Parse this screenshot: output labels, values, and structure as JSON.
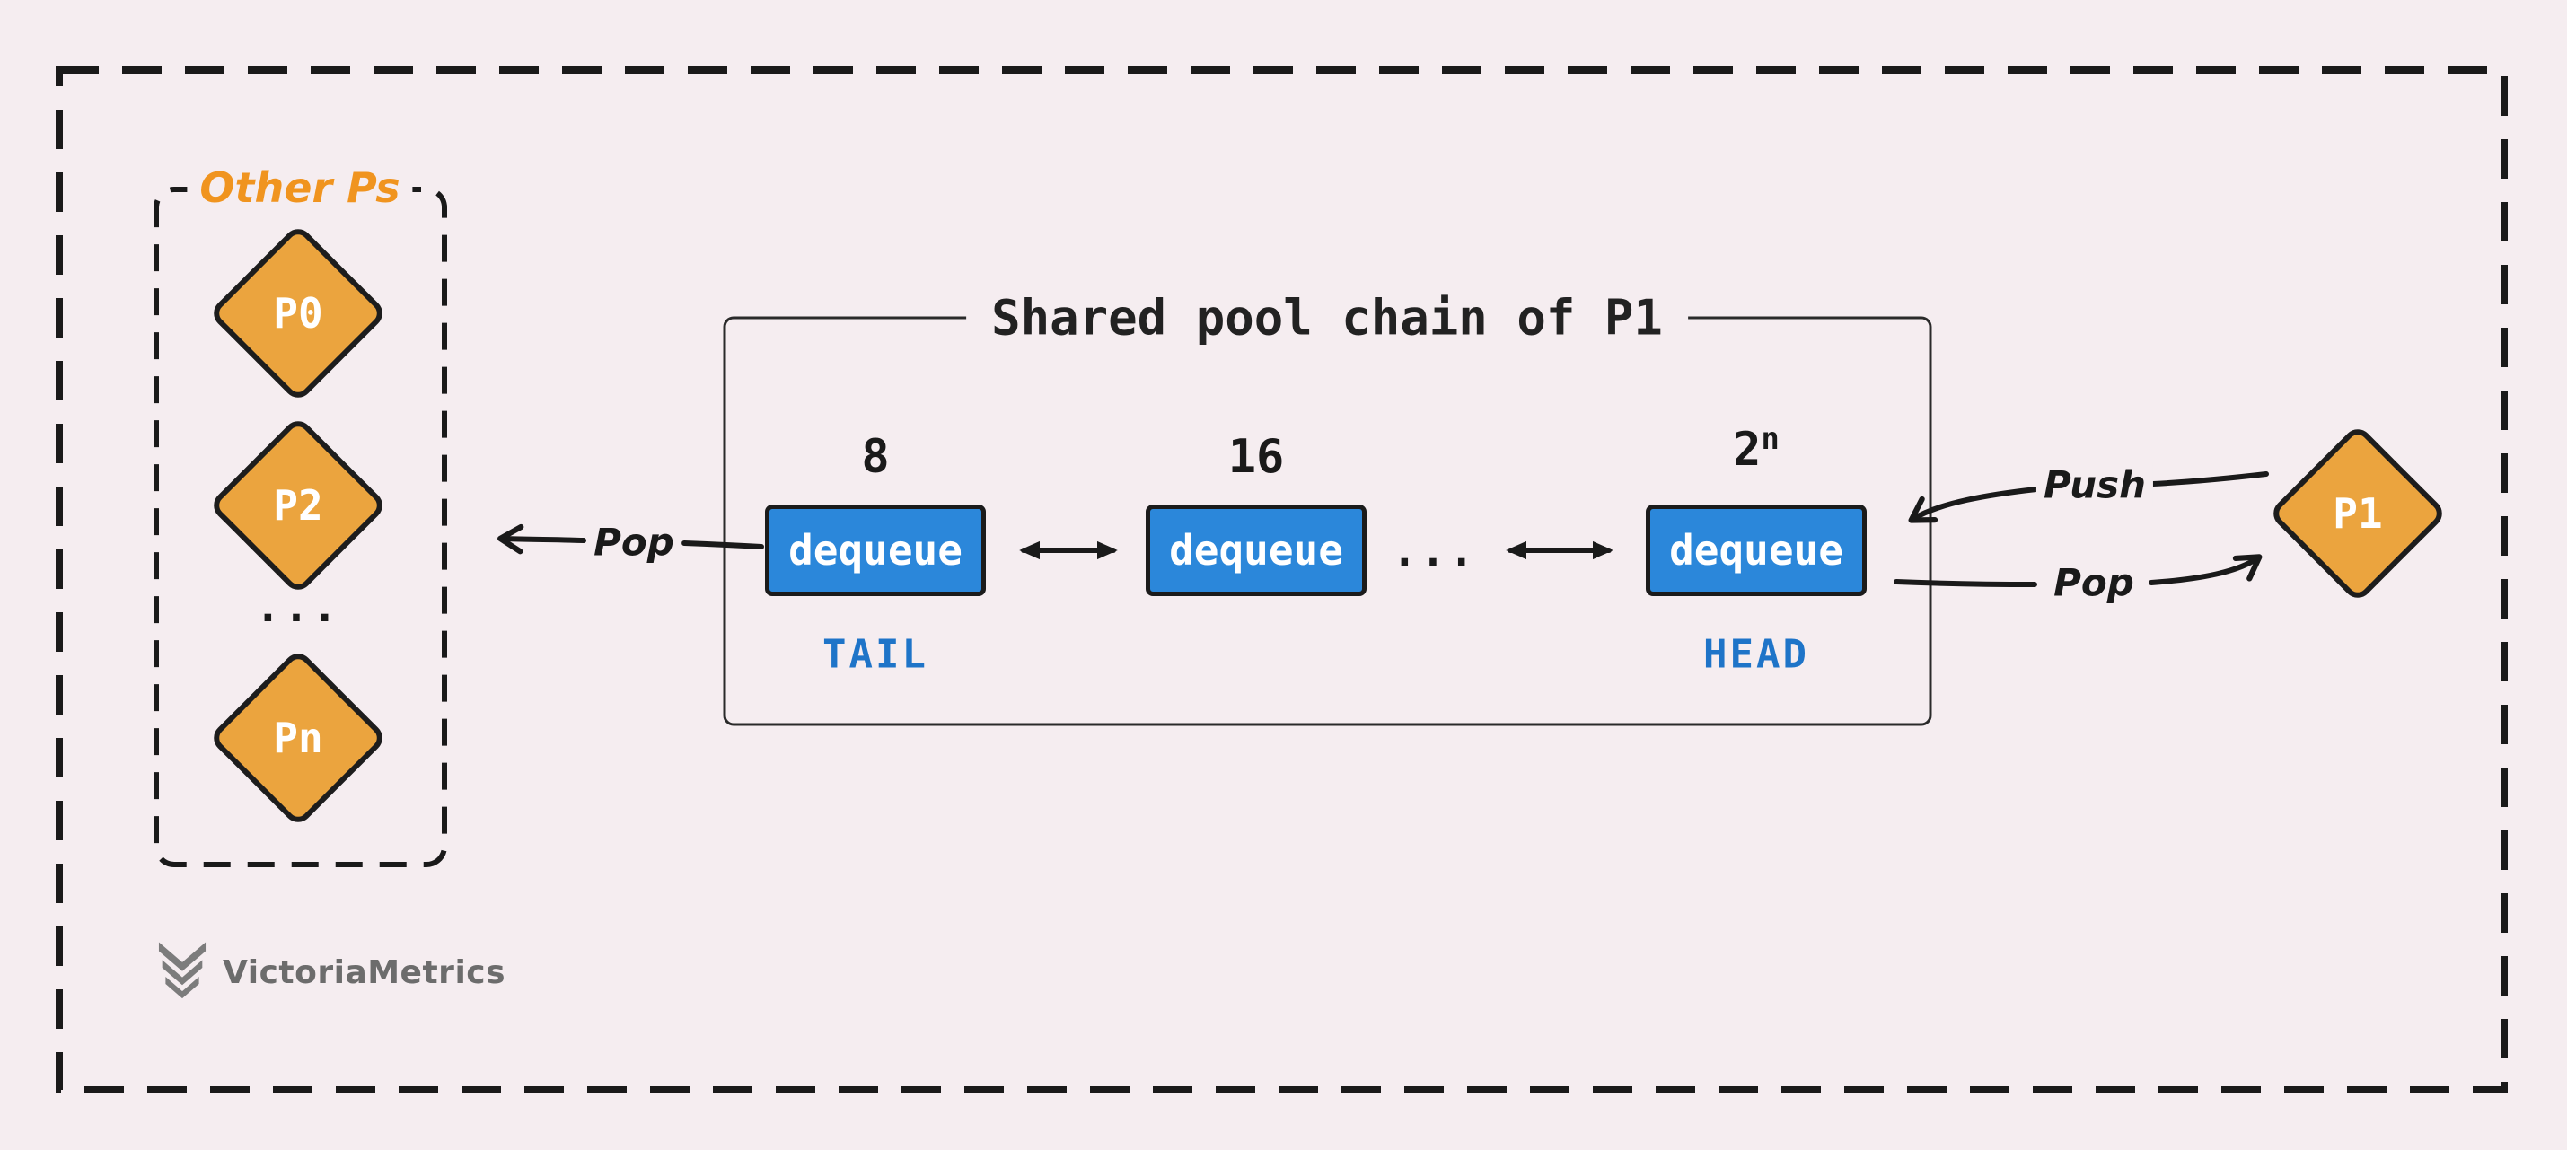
{
  "canvas": {
    "background": "#f5edf0"
  },
  "other_ps": {
    "label": "Other Ps",
    "items": [
      {
        "label": "P0"
      },
      {
        "label": "P2"
      },
      {
        "label": "Pn"
      }
    ],
    "ellipsis": "..."
  },
  "chain": {
    "title": "Shared pool chain of P1",
    "tail_label": "TAIL",
    "head_label": "HEAD",
    "ellipsis": "...",
    "dequeues": [
      {
        "size": "8",
        "size_sup": "",
        "label": "dequeue"
      },
      {
        "size": "16",
        "size_sup": "",
        "label": "dequeue"
      },
      {
        "size": "2",
        "size_sup": "n",
        "label": "dequeue"
      }
    ]
  },
  "arrows": {
    "pop_left": "Pop",
    "push": "Push",
    "pop_right": "Pop"
  },
  "p1": {
    "label": "P1"
  },
  "brand": {
    "name": "VictoriaMetrics"
  },
  "colors": {
    "accent_orange": "#eba43e",
    "accent_blue": "#2b87da",
    "label_blue": "#1e74c8",
    "hand_orange": "#f0941f",
    "ink": "#1a1a1a"
  }
}
